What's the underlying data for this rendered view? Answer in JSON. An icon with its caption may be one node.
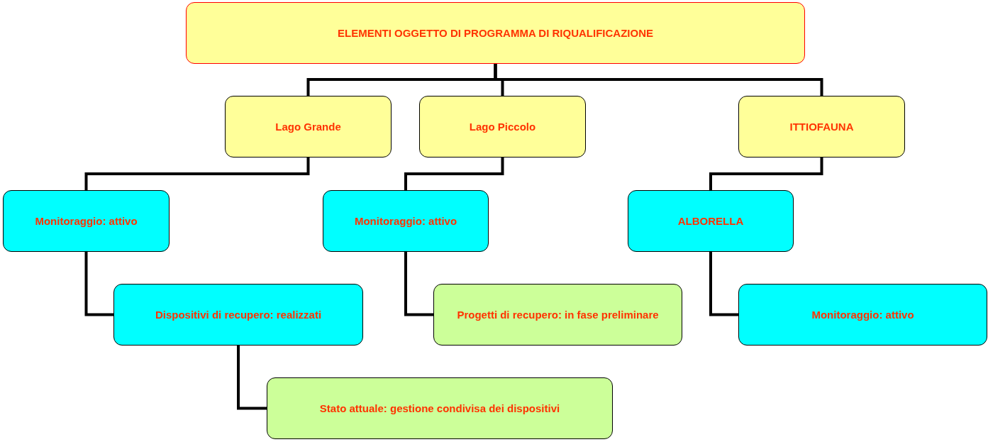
{
  "diagram": {
    "nodes": [
      {
        "text": [
          "ELEMENTI OGGETTO DI PROGRAMMA DI RIQUALIFICAZIONE"
        ]
      },
      {
        "text": [
          "Lago Grande"
        ]
      },
      {
        "text": [
          "Lago Piccolo"
        ]
      },
      {
        "text": [
          "ITTIOFAUNA"
        ]
      },
      {
        "text": [
          "Monitoraggio: attivo"
        ]
      },
      {
        "text": [
          "Dispositivi di recupero: realizzati"
        ]
      },
      {
        "text": [
          "Stato attuale: gestione condivisa dei dispositivi"
        ]
      },
      {
        "text": [
          "Monitoraggio: attivo"
        ]
      },
      {
        "text": [
          "Progetti di recupero: in fase preliminare"
        ]
      },
      {
        "text": [
          "ALBORELLA"
        ]
      },
      {
        "text": [
          "Monitoraggio: attivo"
        ]
      }
    ],
    "edges": [
      {
        "from": 0,
        "to": 1,
        "arrow": "none"
      },
      {
        "from": 0,
        "to": 2,
        "arrow": "none"
      },
      {
        "from": 0,
        "to": 3,
        "arrow": "none"
      },
      {
        "from": 1,
        "to": 4,
        "arrow": "none"
      },
      {
        "from": 4,
        "to": 5,
        "arrow": "none"
      },
      {
        "from": 5,
        "to": 6,
        "arrow": "none"
      },
      {
        "from": 2,
        "to": 7,
        "arrow": "none"
      },
      {
        "from": 7,
        "to": 8,
        "arrow": "none"
      },
      {
        "from": 3,
        "to": 9,
        "arrow": "none"
      },
      {
        "from": 9,
        "to": 10,
        "arrow": "none"
      }
    ]
  }
}
